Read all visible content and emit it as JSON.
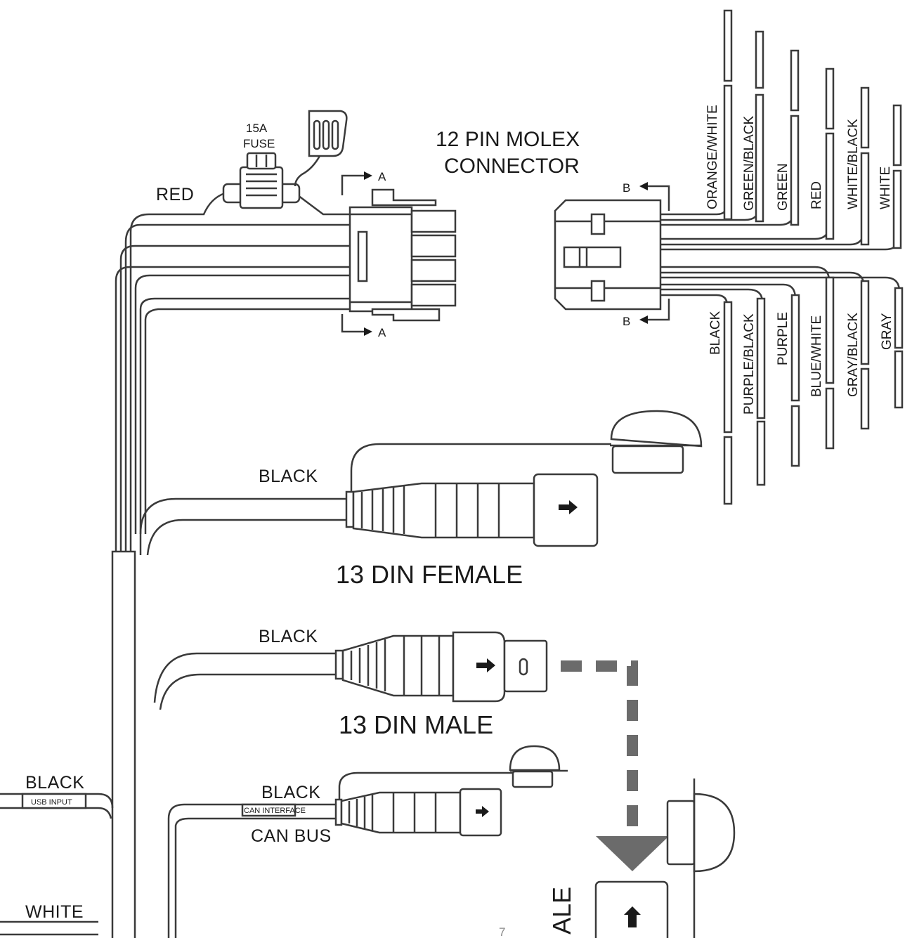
{
  "fuse": {
    "rating": "15A",
    "label": "FUSE"
  },
  "molex": {
    "title_line1": "12 PIN MOLEX",
    "title_line2": "CONNECTOR",
    "section_a": "A",
    "section_b": "B"
  },
  "left_wire_label": "RED",
  "top_wires": [
    "ORANGE/WHITE",
    "GREEN/BLACK",
    "GREEN",
    "RED",
    "WHITE/BLACK",
    "WHITE"
  ],
  "bottom_wires": [
    "BLACK",
    "PURPLE/BLACK",
    "PURPLE",
    "BLUE/WHITE",
    "GRAY/BLACK",
    "GRAY"
  ],
  "din_female": {
    "wire": "BLACK",
    "label": "13 DIN FEMALE"
  },
  "din_male": {
    "wire": "BLACK",
    "label": "13 DIN MALE"
  },
  "can_bus": {
    "wire": "BLACK",
    "tag": "CAN INTERFACE",
    "label": "CAN BUS"
  },
  "usb": {
    "wire": "BLACK",
    "tag": "USB INPUT"
  },
  "white_wire": "WHITE",
  "cut_off_label": "ALE",
  "page_number": "7"
}
